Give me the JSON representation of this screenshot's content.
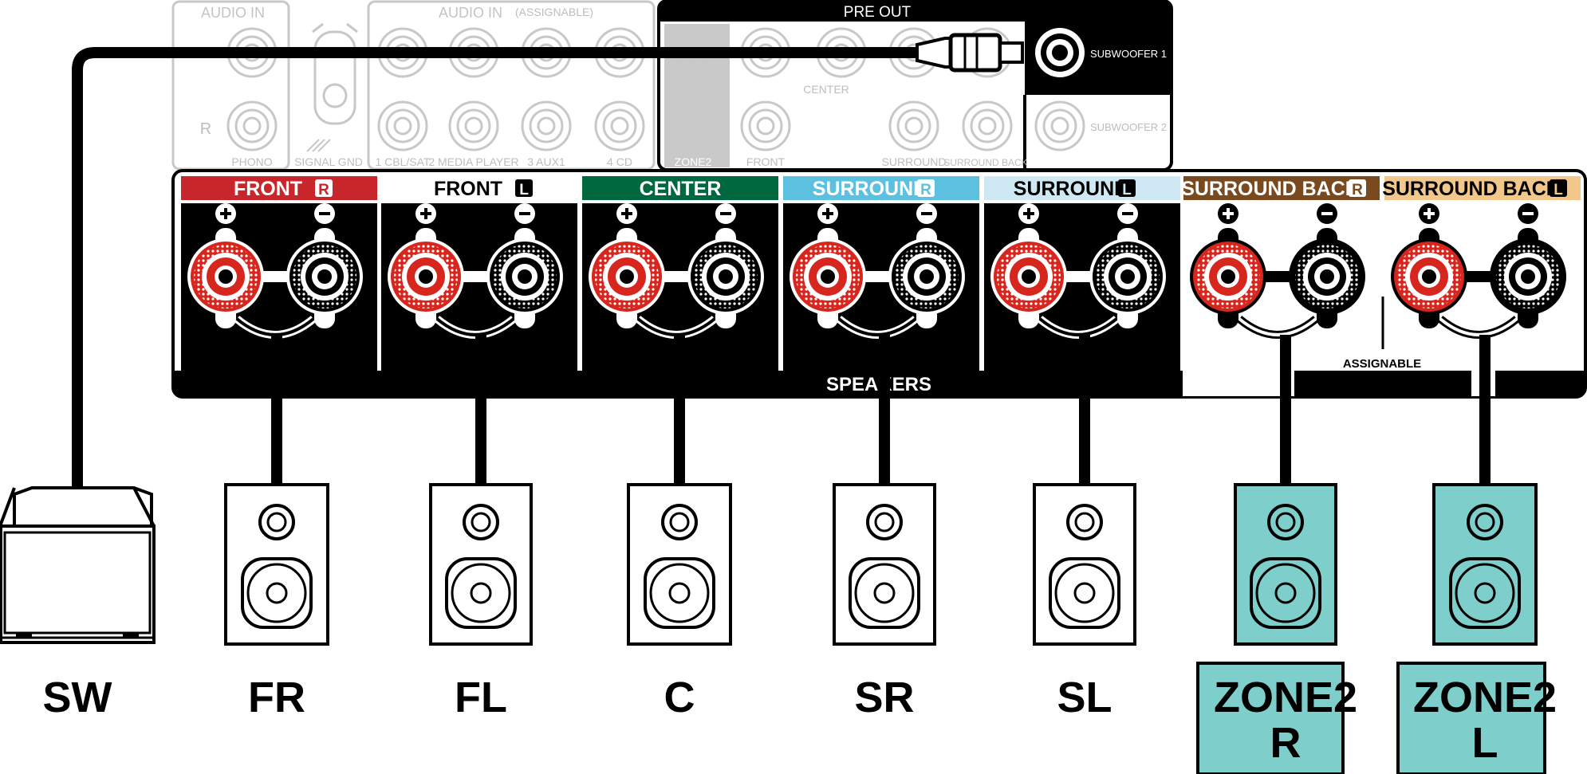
{
  "preout": {
    "title": "PRE OUT",
    "sub1": "SUBWOOFER 1",
    "sub2": "SUBWOOFER 2",
    "center": "CENTER",
    "zone2": "ZONE2",
    "front": "FRONT",
    "surround": "SURROUND",
    "surround_back": "SURROUND BACK"
  },
  "audio_in": {
    "title1": "AUDIO IN",
    "title2": "AUDIO IN",
    "assignable": "(ASSIGNABLE)",
    "r_mark": "R",
    "phono": "PHONO",
    "signal_gnd": "SIGNAL GND",
    "cbl": "1 CBL/SAT",
    "media": "2 MEDIA PLAYER",
    "aux": "3 AUX1",
    "cd": "4 CD"
  },
  "speakers_panel": {
    "name": "SPEAKERS",
    "assignable": "ASSIGNABLE",
    "channels": [
      {
        "label": "FRONT",
        "badge": "R",
        "color": "#c8262b",
        "text_color": "#ffffff",
        "badge_fg": "#c8262b"
      },
      {
        "label": "FRONT",
        "badge": "L",
        "color": "#ffffff",
        "text_color": "#000000",
        "badge_fg": "#ffffff"
      },
      {
        "label": "CENTER",
        "badge": "",
        "color": "#00683e",
        "text_color": "#ffffff",
        "badge_fg": "#00683e"
      },
      {
        "label": "SURROUND",
        "badge": "R",
        "color": "#5cc0e0",
        "text_color": "#ffffff",
        "badge_fg": "#5cc0e0"
      },
      {
        "label": "SURROUND",
        "badge": "L",
        "color": "#cfe9f4",
        "text_color": "#000000",
        "badge_fg": "#cfe9f4"
      },
      {
        "label": "SURROUND BACK",
        "badge": "R",
        "color": "#7a4a1e",
        "text_color": "#ffffff",
        "badge_fg": "#7a4a1e"
      },
      {
        "label": "SURROUND BACK",
        "badge": "L",
        "color": "#f3c68a",
        "text_color": "#000000",
        "badge_fg": "#f3c68a"
      }
    ]
  },
  "speakers": [
    {
      "label": "SW"
    },
    {
      "label": "FR"
    },
    {
      "label": "FL"
    },
    {
      "label": "C"
    },
    {
      "label": "SR"
    },
    {
      "label": "SL"
    },
    {
      "label": "ZONE2",
      "label2": "R"
    },
    {
      "label": "ZONE2",
      "label2": "L"
    }
  ],
  "colors": {
    "zone2_fill": "#7ecfcc",
    "terminal_red": "#d7261e",
    "panel_black": "#000000"
  }
}
